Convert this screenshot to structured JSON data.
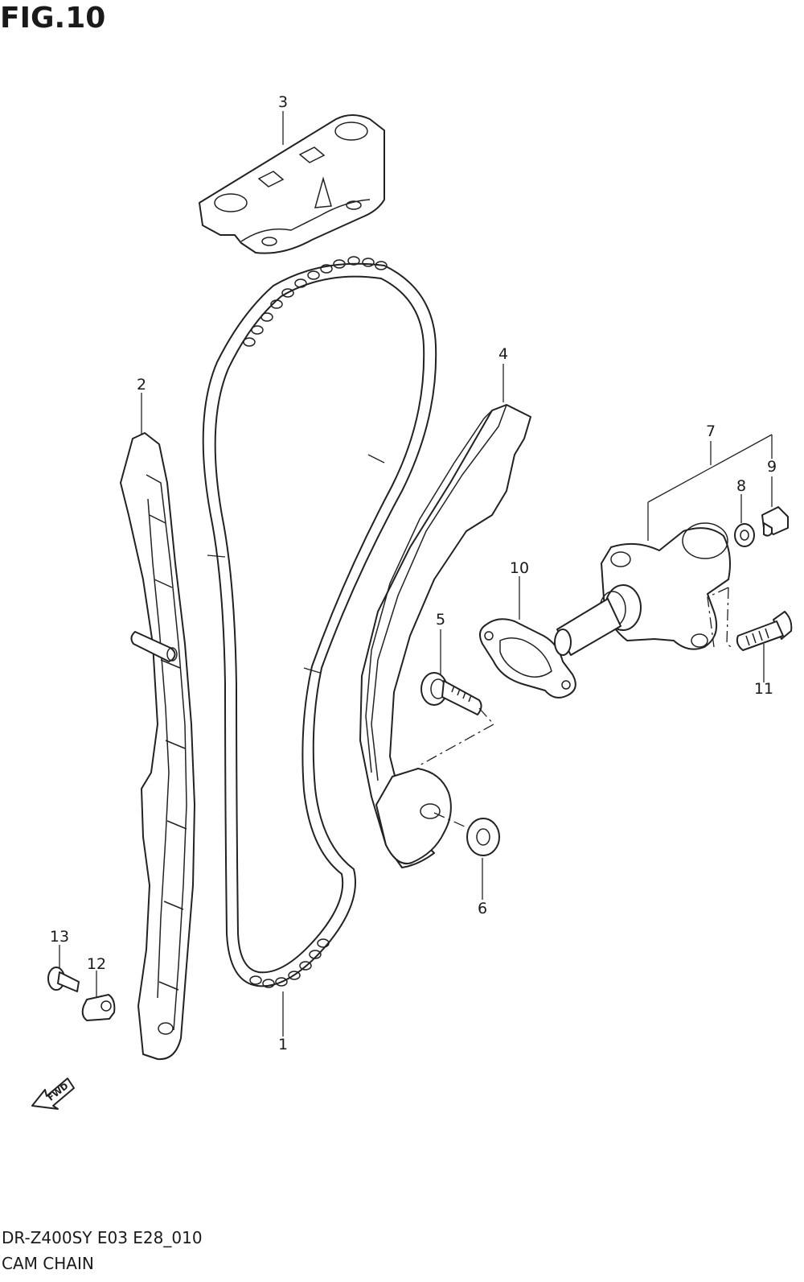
{
  "figure": {
    "title": "FIG.10",
    "model_code": "DR-Z400SY E03 E28_010",
    "section_name": "CAM CHAIN"
  },
  "callouts": [
    {
      "id": "1",
      "label": "1"
    },
    {
      "id": "2",
      "label": "2"
    },
    {
      "id": "3",
      "label": "3"
    },
    {
      "id": "4",
      "label": "4"
    },
    {
      "id": "5",
      "label": "5"
    },
    {
      "id": "6",
      "label": "6"
    },
    {
      "id": "7",
      "label": "7"
    },
    {
      "id": "8",
      "label": "8"
    },
    {
      "id": "9",
      "label": "9"
    },
    {
      "id": "10",
      "label": "10"
    },
    {
      "id": "11",
      "label": "11"
    },
    {
      "id": "12",
      "label": "12"
    },
    {
      "id": "13",
      "label": "13"
    }
  ],
  "direction_marker": {
    "label": "FWD",
    "icon": "fwd-arrow-icon"
  }
}
